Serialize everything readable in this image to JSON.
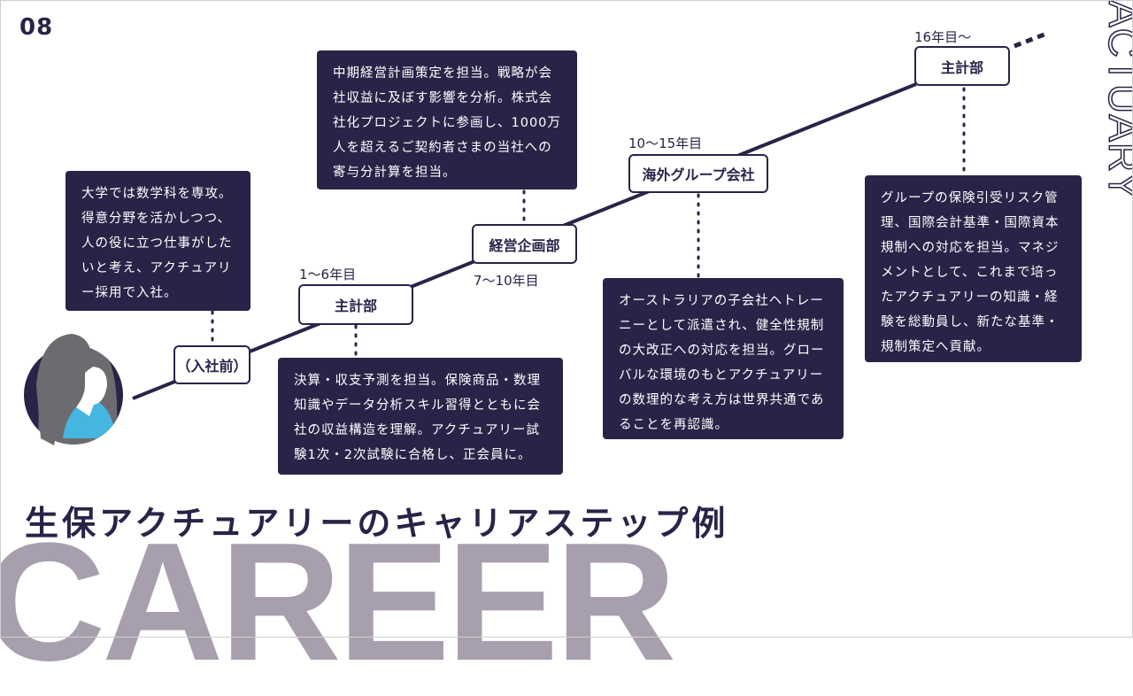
{
  "page_number": "08",
  "side_text": "ACTUARY",
  "title": "生保アクチュアリーのキャリアステップ例",
  "background_word": "CAREER",
  "steps": [
    {
      "label": "（入社前）",
      "period": "",
      "description": "大学では数学科を専攻。得意分野を活かしつつ、人の役に立つ仕事がしたいと考え、アクチュアリー採用で入社。"
    },
    {
      "label": "主計部",
      "period": "1〜6年目",
      "description": "決算・収支予測を担当。保険商品・数理知識やデータ分析スキル習得とともに会社の収益構造を理解。アクチュアリー試験1次・2次試験に合格し、正会員に。"
    },
    {
      "label": "経営企画部",
      "period": "7〜10年目",
      "description": "中期経営計画策定を担当。戦略が会社収益に及ぼす影響を分析。株式会社化プロジェクトに参画し、1000万人を超えるご契約者さまの当社への寄与分計算を担当。"
    },
    {
      "label": "海外グループ会社",
      "period": "10〜15年目",
      "description": "オーストラリアの子会社ヘトレーニーとして派遣され、健全性規制の大改正への対応を担当。グローバルな環境のもとアクチュアリーの数理的な考え方は世界共通であることを再認識。"
    },
    {
      "label": "主計部",
      "period": "16年目〜",
      "description": "グループの保険引受リスク管理、国際会計基準・国際資本規制への対応を担当。マネジメントとして、これまで培ったアクチュアリーの知識・経験を総動員し、新たな基準・規制策定へ貢献。"
    }
  ],
  "colors": {
    "navy": "#2a2348",
    "gray": "#a89fae",
    "blue": "#45b6e0"
  }
}
